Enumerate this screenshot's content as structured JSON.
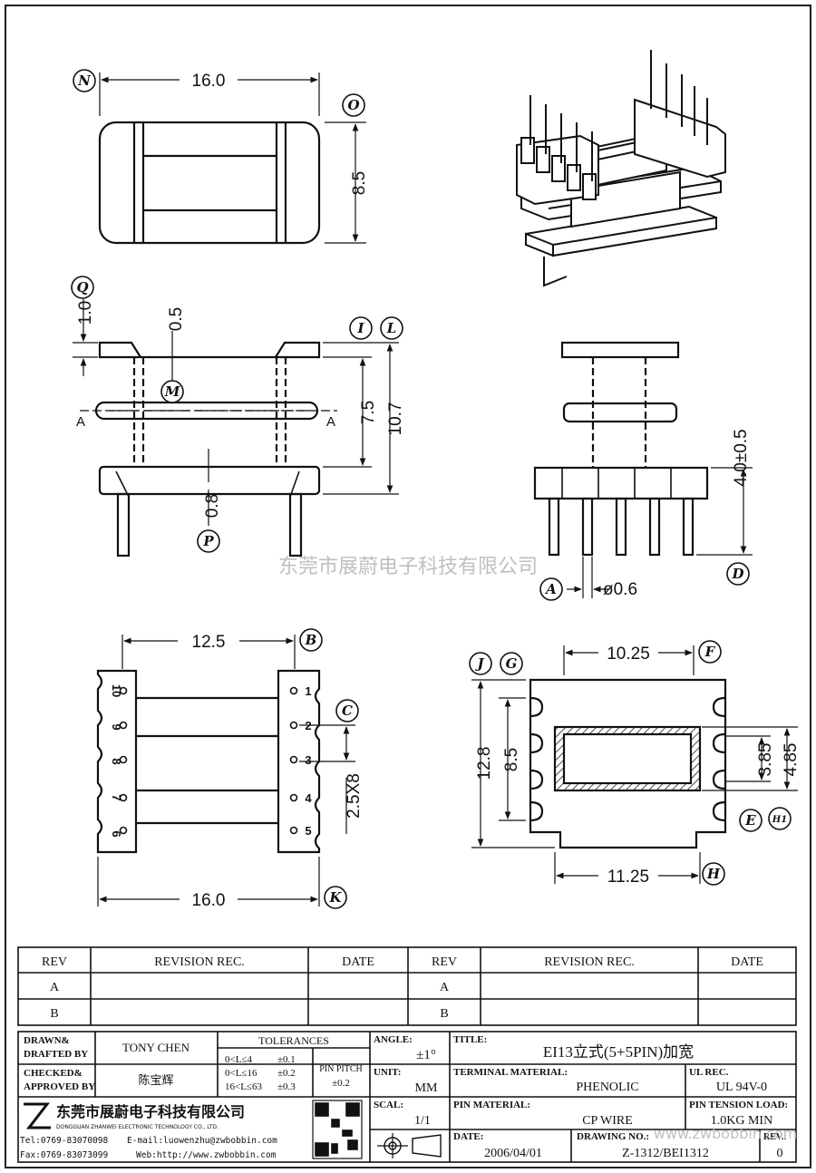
{
  "dimensions": {
    "top_width": "16.0",
    "top_height": "8.5",
    "front_flange": "1.0",
    "front_slot": "0.5",
    "front_inner": "7.5",
    "front_height": "10.7",
    "front_pin": "0.8",
    "section_mark": "A",
    "side_pin_len": "4.0±0.5",
    "side_pin_dia": "ø0.6",
    "bottom_span": "12.5",
    "bottom_pitch": "2.5X8",
    "bottom_width": "16.0",
    "end_top": "10.25",
    "end_height": "12.8",
    "end_inner": "8.5",
    "end_win": "3.85",
    "end_win2": "4.85",
    "end_bottom": "11.25"
  },
  "labels": {
    "N": "N",
    "O": "O",
    "Q": "Q",
    "I": "I",
    "L": "L",
    "M": "M",
    "P": "P",
    "A": "A",
    "D": "D",
    "B": "B",
    "C": "C",
    "K": "K",
    "J": "J",
    "G": "G",
    "F": "F",
    "E": "E",
    "H1": "H1",
    "H": "H"
  },
  "pins": {
    "left": [
      "10",
      "9",
      "8",
      "7",
      "6"
    ],
    "right": [
      "1",
      "2",
      "3",
      "4",
      "5"
    ]
  },
  "watermark": "东莞市展蔚电子科技有限公司",
  "watermark2": "www.zwbobbin.com",
  "revision_table": {
    "headers": [
      "REV",
      "REVISION REC.",
      "DATE",
      "REV",
      "REVISION REC.",
      "DATE"
    ],
    "rows": [
      "A",
      "B"
    ]
  },
  "title_block": {
    "drawn_label": "DRAWN& DRAFTED BY",
    "drawn_label_1": "DRAWN&",
    "drawn_label_2": "DRAFTED BY",
    "drawn_value": "TONY CHEN",
    "checked_label_1": "CHECKED&",
    "checked_label_2": "APPROVED BY",
    "checked_value": "陈宝辉",
    "tolerances_label": "TOLERANCES",
    "tol_rows": [
      {
        "range": "0<L≤4",
        "tol": "±0.1"
      },
      {
        "range": "0<L≤16",
        "tol": "±0.2"
      },
      {
        "range": "16<L≤63",
        "tol": "±0.3"
      }
    ],
    "pin_pitch_label_1": "PIN PITCH",
    "pin_pitch_value": "±0.2",
    "angle_label": "ANGLE:",
    "angle_value": "±1°",
    "unit_label": "UNIT:",
    "unit_value": "MM",
    "scale_label": "SCAL:",
    "scale_value": "1/1",
    "title_label": "TITLE:",
    "title_value": "EI13立式(5+5PIN)加宽",
    "terminal_label": "TERMINAL MATERIAL:",
    "terminal_value": "PHENOLIC",
    "ul_label": "UL REC.",
    "ul_value": "UL 94V-0",
    "pin_material_label": "PIN MATERIAL:",
    "pin_material_value": "CP WIRE",
    "pin_tension_label": "PIN TENSION LOAD:",
    "pin_tension_value": "1.0KG MIN",
    "date_label": "DATE:",
    "date_value": "2006/04/01",
    "drawing_no_label": "DRAWING NO.:",
    "drawing_no_value": "Z-1312/BEI1312",
    "rev_label": "REV.:",
    "rev_value": "0",
    "company_cn": "东莞市展蔚电子科技有限公司",
    "company_en": "DONGGUAN ZHANWEI ELECTRONIC TECHNOLOGY CO., LTD.",
    "tel": "Tel:0769-83070098",
    "email": "E-mail:luowenzhu@zwbobbin.com",
    "fax": "Fax:0769-83073099",
    "web": "Web:http://www.zwbobbin.com"
  }
}
